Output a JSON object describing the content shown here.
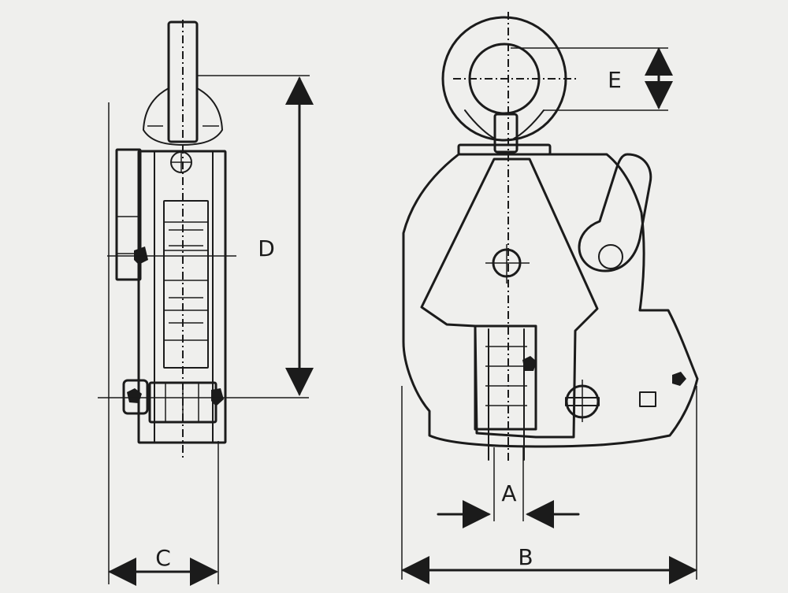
{
  "dimensions": {
    "a": "A",
    "b": "B",
    "c": "C",
    "d": "D",
    "e": "E"
  },
  "colors": {
    "background": "#efefed",
    "line": "#1b1b1b"
  }
}
